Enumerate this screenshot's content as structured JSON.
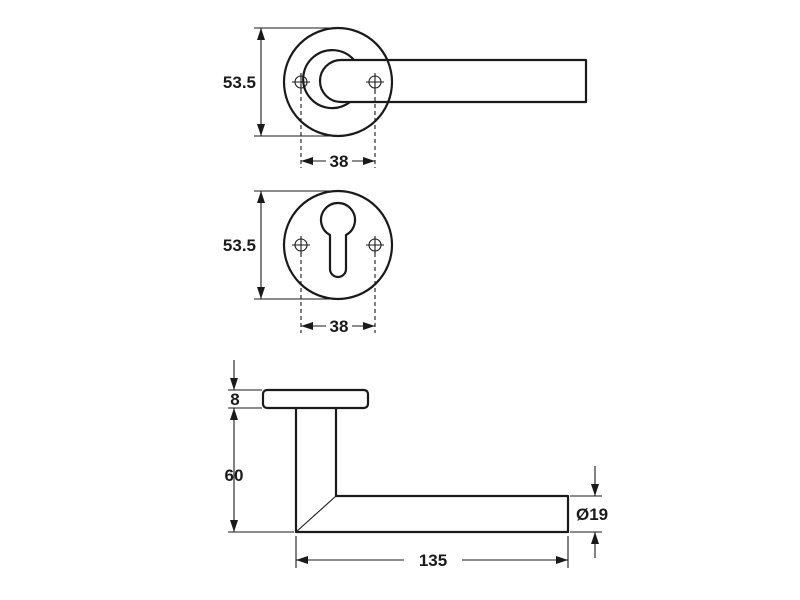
{
  "rose_top": {
    "height_label": "53.5",
    "width_label": "38"
  },
  "rose_escutcheon": {
    "height_label": "53.5",
    "width_label": "38"
  },
  "side_view": {
    "rose_thickness_label": "8",
    "handle_height_label": "60",
    "handle_diameter_label": "Ø19",
    "handle_length_label": "135"
  }
}
